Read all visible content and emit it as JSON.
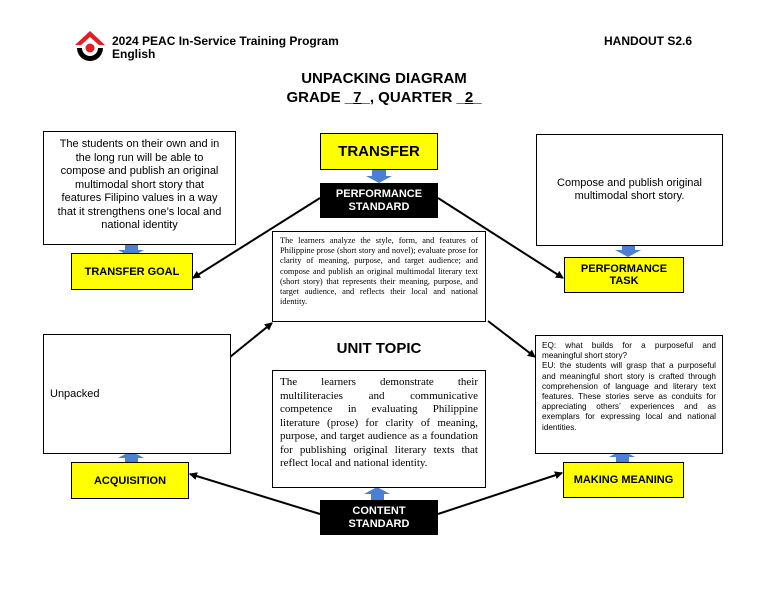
{
  "header": {
    "program": "2024 PEAC In-Service Training Program",
    "subject": "English",
    "handout": "HANDOUT S2.6"
  },
  "title": {
    "line1": "UNPACKING DIAGRAM",
    "grade_prefix": "GRADE _",
    "grade": "7",
    "quarter_prefix": "_, QUARTER _",
    "quarter": "2",
    "quarter_suffix": "_"
  },
  "transfer": {
    "label": "TRANSFER",
    "goal_text": "The students on their own and in the long run will be able to compose and publish an original multimodal short story that features Filipino values in a way that it strengthens one’s local and national identity",
    "goal_label": "TRANSFER GOAL"
  },
  "performance": {
    "standard_label": "PERFORMANCE STANDARD",
    "standard_text": "The learners analyze the style, form, and features of Philippine prose (short story and novel); evaluate prose for clarity of meaning, purpose, and target audience; and compose and publish an original multimodal literary text (short story) that represents their meaning, purpose, and target audience, and reflects their local and national identity.",
    "task_text": "Compose and publish original multimodal short story.",
    "task_label": "PERFORMANCE TASK"
  },
  "unit_topic": "UNIT TOPIC",
  "acquisition": {
    "text": "Unpacked",
    "label": "ACQUISITION"
  },
  "content": {
    "text": "The learners demonstrate their multiliteracies and communicative competence in evaluating Philippine literature (prose) for clarity of meaning, purpose, and target audience as a foundation for publishing original literary texts that reflect local and national identity.",
    "label": "CONTENT STANDARD"
  },
  "meaning": {
    "eq": "EQ: what builds for a purposeful and meaningful short story?",
    "eu": "EU: the students will grasp that a purposeful and meaningful short story is crafted through comprehension of language and literary text features. These stories serve as conduits for appreciating others’ experiences and as exemplars for expressing local and national identities.",
    "label": "MAKING MEANING"
  },
  "colors": {
    "yellow": "#ffff00",
    "black": "#000000",
    "arrow_blue": "#4a7fd1",
    "logo_red": "#e31e24"
  }
}
